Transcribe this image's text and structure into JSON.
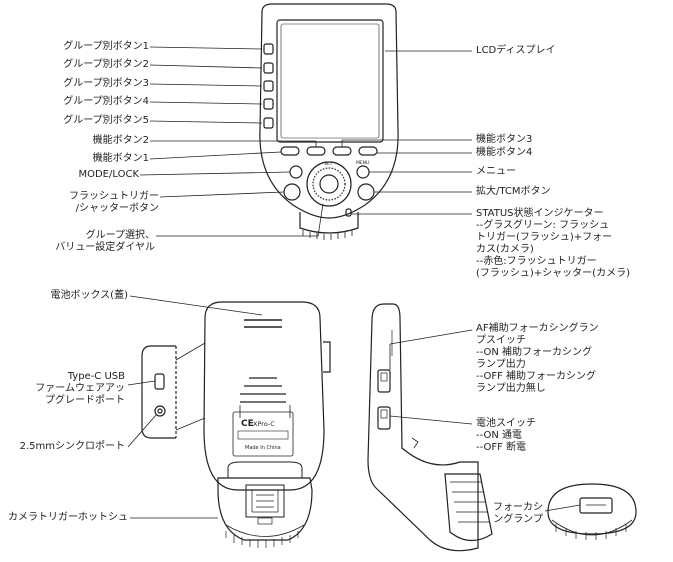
{
  "labels": {
    "group_button_1": "グループ別ボタン1",
    "group_button_2": "グループ別ボタン2",
    "group_button_3": "グループ別ボタン3",
    "group_button_4": "グループ別ボタン4",
    "group_button_5": "グループ別ボタン5",
    "function_button_2": "機能ボタン2",
    "function_button_1": "機能ボタン1",
    "mode_lock": "MODE/LOCK",
    "flash_trigger": [
      "フラッシュトリガー",
      "/シャッターボタン"
    ],
    "group_dial": [
      "グループ選択、",
      "バリュー設定ダイヤル"
    ],
    "lcd_display": "LCDディスプレイ",
    "function_button_3": "機能ボタン3",
    "function_button_4": "機能ボタン4",
    "menu": "メニュー",
    "zoom_tcm": "拡大/TCMボタン",
    "status_indicator": [
      "STATUS状態インジケーター",
      "--グラスグリーン: フラッシュ",
      "トリガー(フラッシュ)+フォー",
      "カス(カメラ)",
      "--赤色:フラッシュトリガー",
      "(フラッシュ)+シャッター(カメラ)"
    ],
    "battery_box": "電池ボックス(蓋)",
    "usb_port": [
      "Type-C USB",
      "ファームウェアアッ",
      "プグレードポート"
    ],
    "sync_port": "2.5mmシンクロポート",
    "hot_shoe": "カメラトリガーホットシュ",
    "af_switch": [
      "AF補助フォーカシングラン",
      "プスイッチ",
      "--ON 補助フォーカシング",
      "ランプ出力",
      "--OFF 補助フォーカシング",
      "ランプ出力無し"
    ],
    "power_switch": [
      "電池スイッチ",
      "--ON 通電",
      "--OFF 断電"
    ],
    "focus_lamp": [
      "フォーカシ",
      "ングランプ"
    ]
  },
  "device_text": {
    "dial_upper": "MENU",
    "ok": "SET",
    "ce": "CE",
    "model": "XPro-C",
    "origin": "Made In China"
  }
}
